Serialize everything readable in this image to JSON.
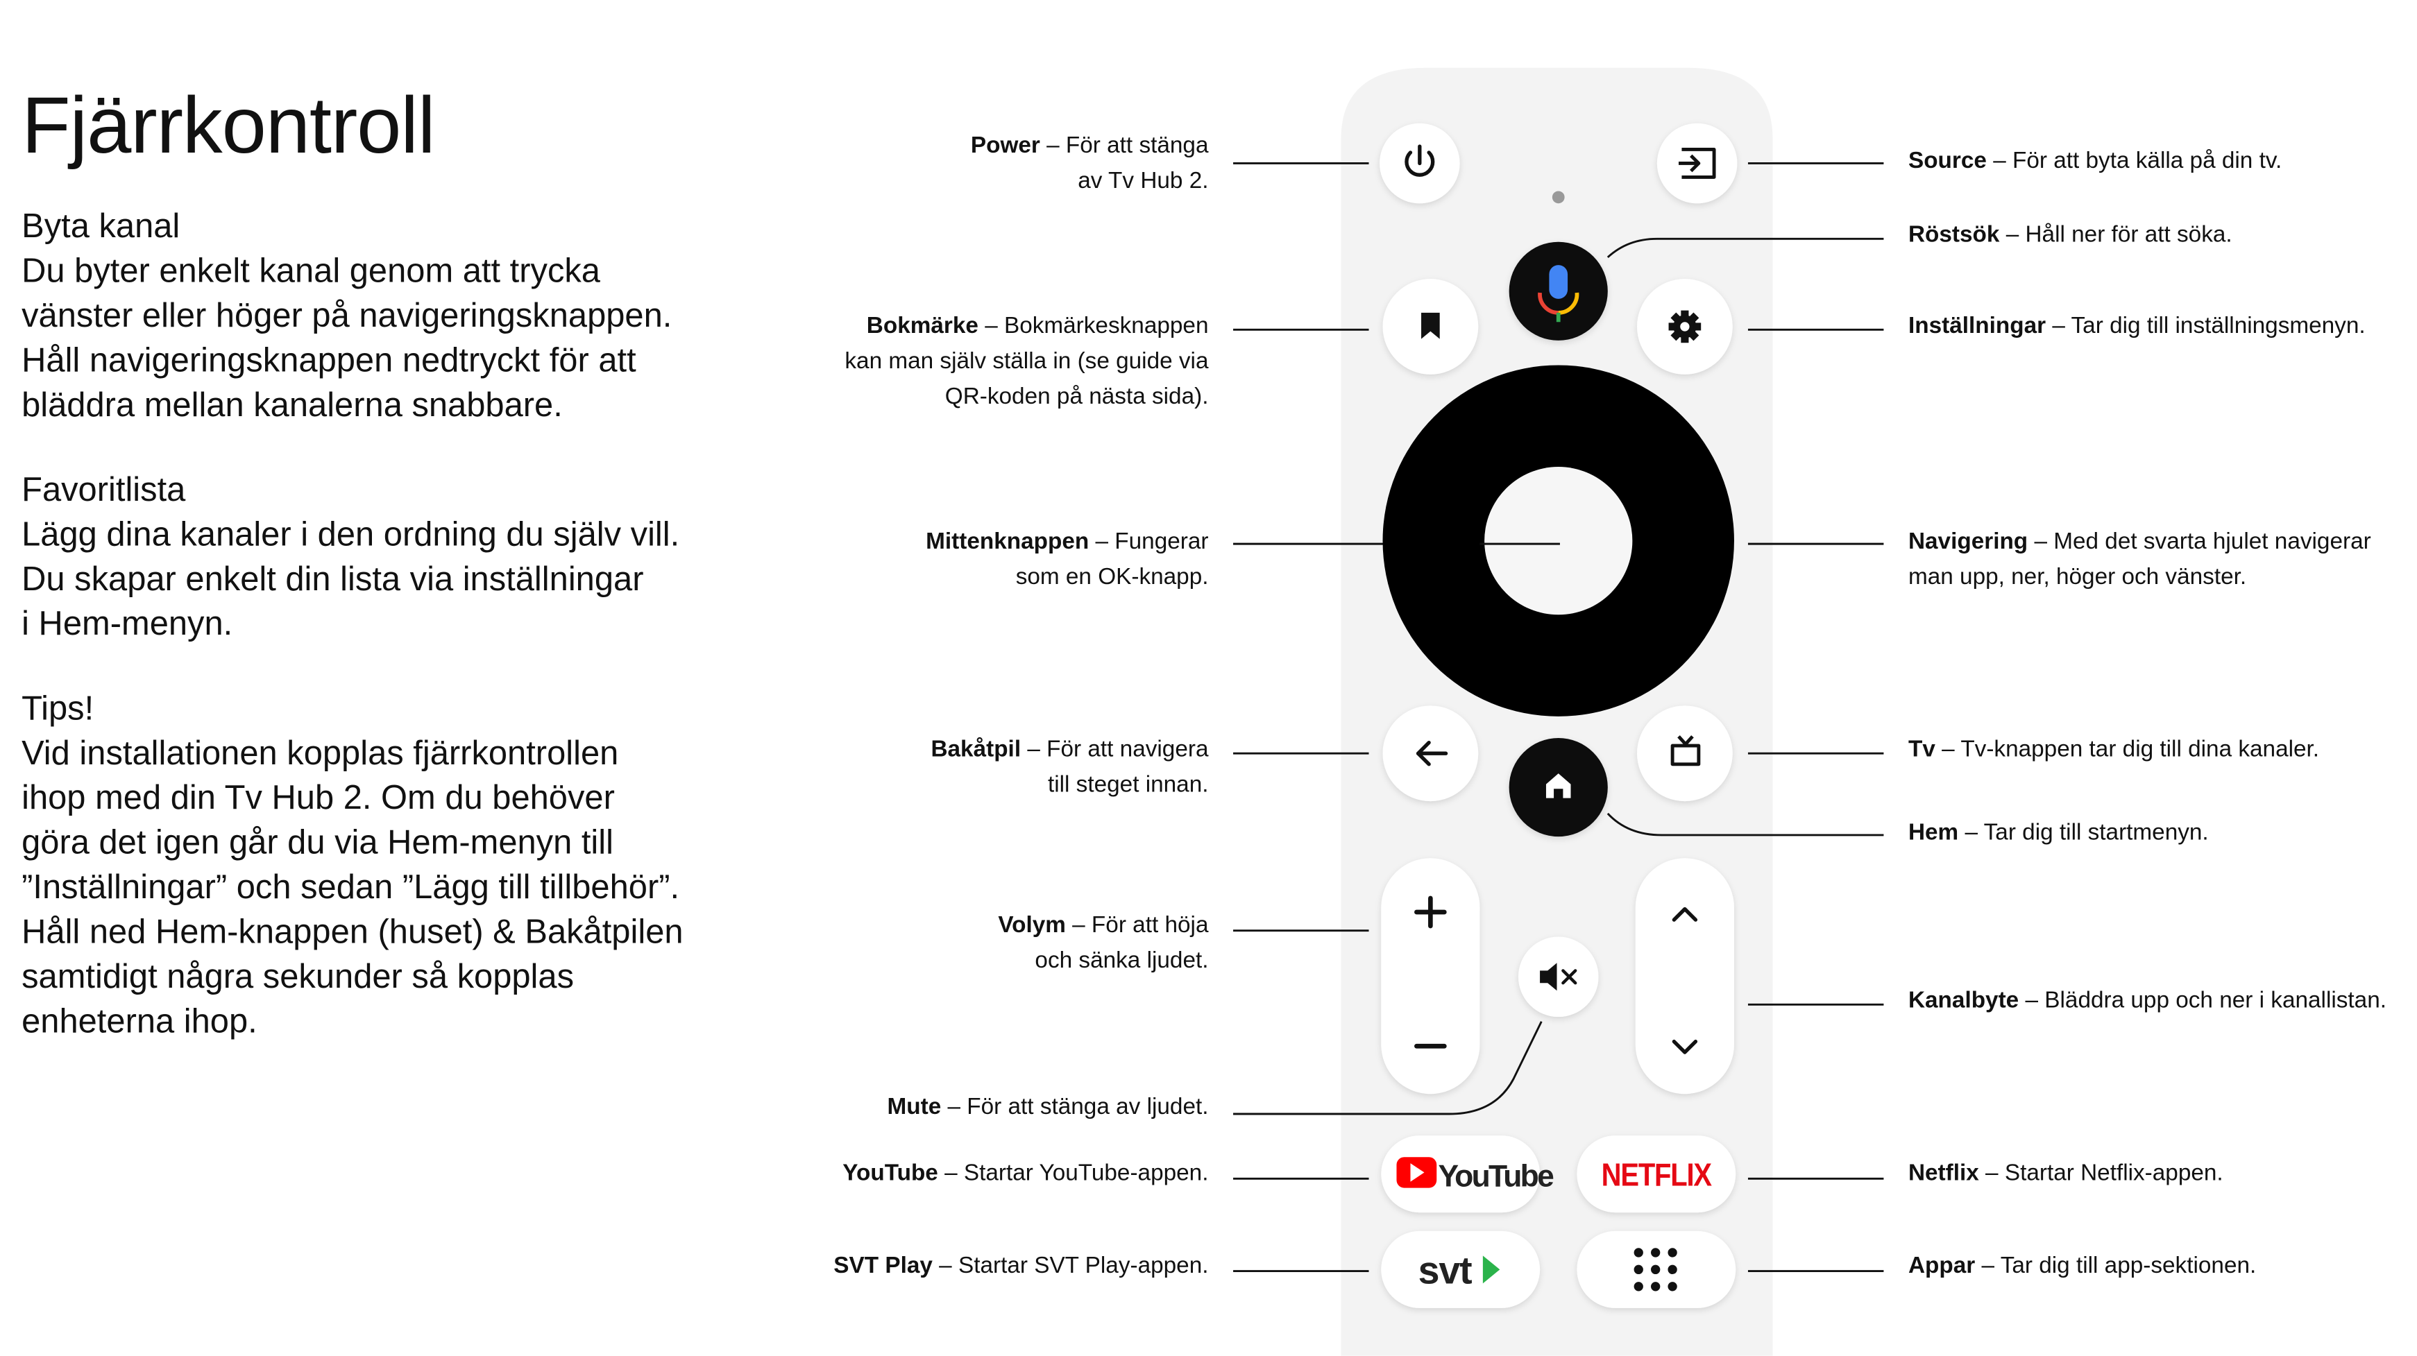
{
  "title": "Fjärrkontroll",
  "sections": [
    {
      "heading": "Byta kanal",
      "lines": [
        "Du byter enkelt kanal genom att trycka",
        "vänster eller höger på navigeringsknappen.",
        "Håll navigeringsknappen nedtryckt för att",
        "bläddra mellan kanalerna snabbare."
      ]
    },
    {
      "heading": "Favoritlista",
      "lines": [
        "Lägg dina kanaler i den ordning du själv vill.",
        "Du skapar enkelt din lista via inställningar",
        "i Hem-menyn."
      ]
    },
    {
      "heading": "Tips!",
      "lines": [
        "Vid installationen kopplas fjärrkontrollen",
        "ihop med din Tv Hub 2. Om du behöver",
        "göra det igen går du via Hem-menyn till",
        "”Inställningar” och sedan ”Lägg till tillbehör”.",
        "Håll ned Hem-knappen (huset) & Bakåtpilen",
        "samtidigt några sekunder så kopplas",
        "enheterna ihop."
      ]
    }
  ],
  "labels_left": [
    {
      "name": "Power",
      "lines": [
        "– För att stänga",
        "av Tv Hub 2."
      ]
    },
    {
      "name": "Bokmärke",
      "lines": [
        "– Bokmärkesknappen",
        "kan man själv ställa in (se guide via",
        "QR-koden på nästa sida)."
      ]
    },
    {
      "name": "Mittenknappen",
      "lines": [
        "– Fungerar",
        "som en OK-knapp."
      ]
    },
    {
      "name": "Bakåtpil",
      "lines": [
        "– För att navigera",
        "till steget innan."
      ]
    },
    {
      "name": "Volym",
      "lines": [
        "– För att höja",
        "och sänka ljudet."
      ]
    },
    {
      "name": "Mute",
      "lines": [
        "– För att stänga av ljudet."
      ]
    },
    {
      "name": "YouTube",
      "lines": [
        "– Startar YouTube-appen."
      ]
    },
    {
      "name": "SVT Play",
      "lines": [
        "– Startar SVT Play-appen."
      ]
    }
  ],
  "labels_right": [
    {
      "name": "Source",
      "lines": [
        "– För att byta källa på din tv."
      ]
    },
    {
      "name": "Röstsök",
      "lines": [
        "– Håll ner för att söka."
      ]
    },
    {
      "name": "Inställningar",
      "lines": [
        "– Tar dig till inställningsmenyn."
      ]
    },
    {
      "name": "Navigering",
      "lines": [
        "– Med det svarta hjulet navigerar",
        "man upp, ner, höger och vänster."
      ]
    },
    {
      "name": "Tv",
      "lines": [
        "– Tv-knappen tar dig till dina kanaler."
      ]
    },
    {
      "name": "Hem",
      "lines": [
        "– Tar dig till startmenyn."
      ]
    },
    {
      "name": "Kanalbyte",
      "lines": [
        "– Bläddra upp och ner i kanallistan."
      ]
    },
    {
      "name": "Netflix",
      "lines": [
        "– Startar Netflix-appen."
      ]
    },
    {
      "name": "Appar",
      "lines": [
        "– Tar dig till app-sektionen."
      ]
    }
  ],
  "buttons": {
    "youtube": "YouTube",
    "netflix": "NETFLIX",
    "svt": "svt"
  },
  "colors": {
    "remote_body": "#f3f3f3",
    "button": "#ffffff",
    "ring": "#000000",
    "youtube_red": "#ff0000",
    "netflix_red": "#e50914",
    "svt_green": "#2bb34b"
  }
}
